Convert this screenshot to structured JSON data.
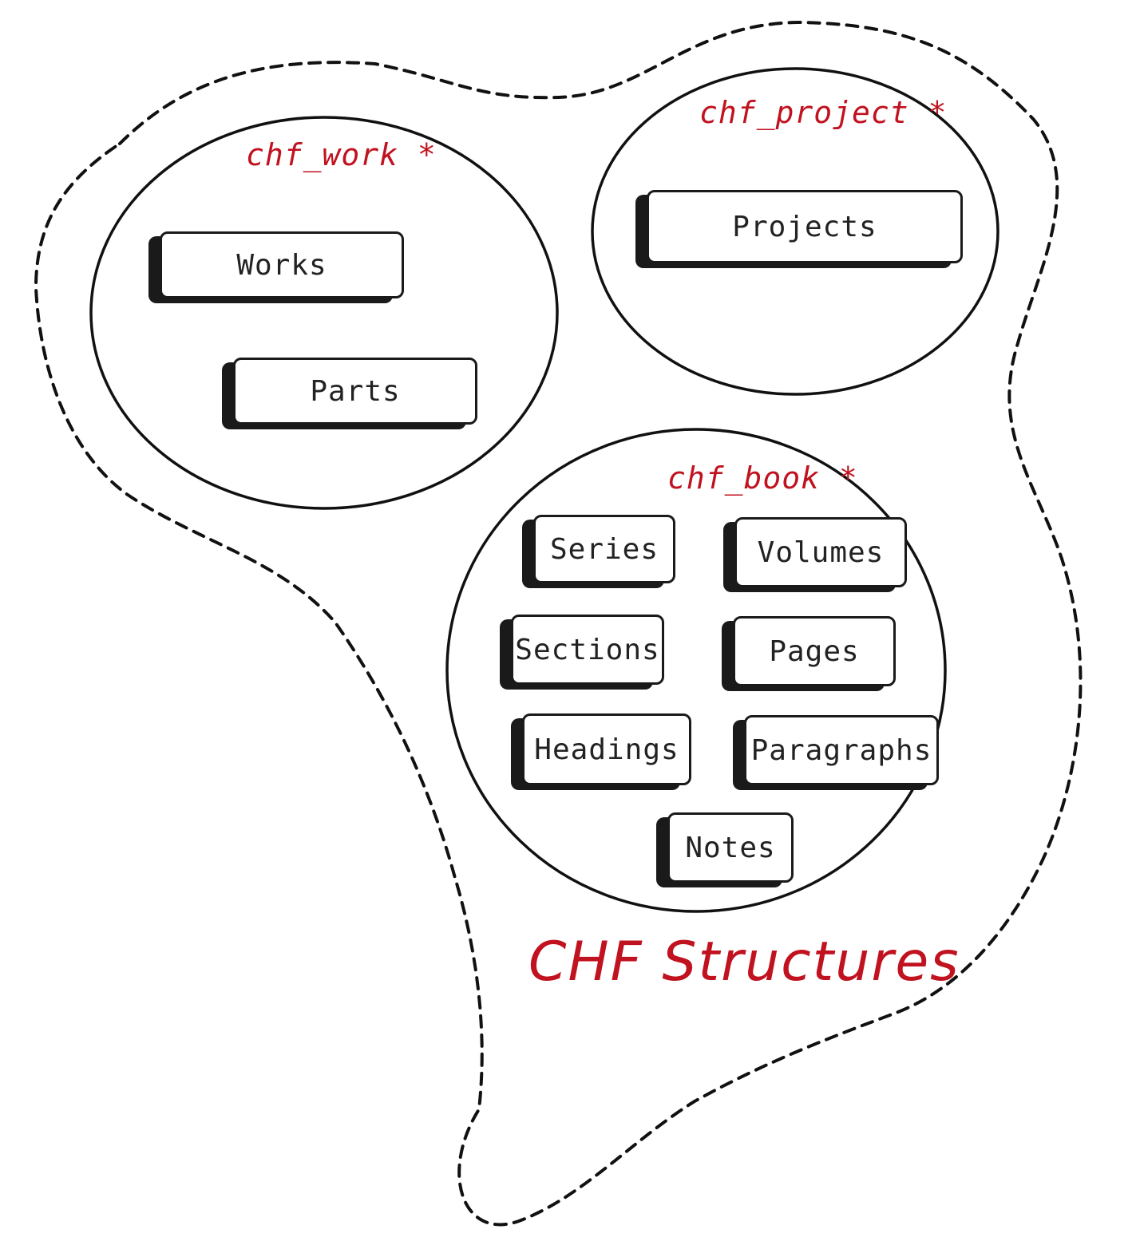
{
  "diagram": {
    "title": "CHF Structures",
    "groups": [
      {
        "title": "chf_work *",
        "items": [
          "Works",
          "Parts"
        ]
      },
      {
        "title": "chf_project *",
        "items": [
          "Projects"
        ]
      },
      {
        "title": "chf_book *",
        "items": [
          "Series",
          "Volumes",
          "Sections",
          "Pages",
          "Headings",
          "Paragraphs",
          "Notes"
        ]
      }
    ]
  },
  "colors": {
    "accent": "#c1121f",
    "stroke": "#1a1a1a",
    "text": "#222222"
  }
}
